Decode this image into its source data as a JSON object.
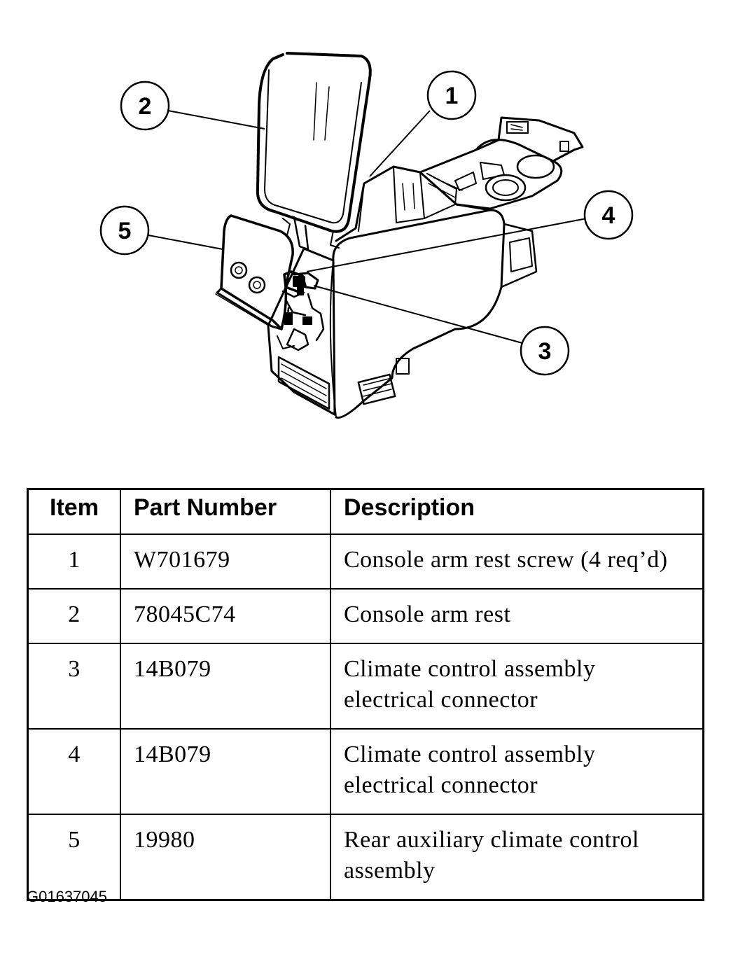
{
  "callouts": [
    "1",
    "2",
    "3",
    "4",
    "5"
  ],
  "table": {
    "headers": {
      "item": "Item",
      "part_number": "Part Number",
      "description": "Description"
    },
    "rows": [
      {
        "item": "1",
        "part_number": "W701679",
        "description": "Console arm rest screw (4 req’d)"
      },
      {
        "item": "2",
        "part_number": "78045C74",
        "description": "Console arm rest"
      },
      {
        "item": "3",
        "part_number": "14B079",
        "description": "Climate control assembly electrical connector"
      },
      {
        "item": "4",
        "part_number": "14B079",
        "description": "Climate control assembly electrical connector"
      },
      {
        "item": "5",
        "part_number": "19980",
        "description": "Rear auxiliary climate control assembly"
      }
    ]
  },
  "figure_id": "G01637045"
}
